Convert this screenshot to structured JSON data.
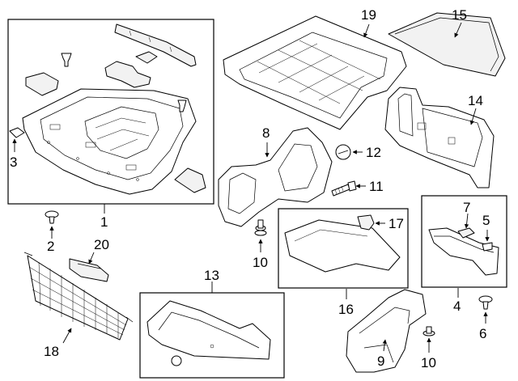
{
  "callouts": {
    "c1": "1",
    "c2": "2",
    "c3": "3",
    "c4": "4",
    "c5": "5",
    "c6": "6",
    "c7": "7",
    "c8": "8",
    "c9": "9",
    "c10a": "10",
    "c10b": "10",
    "c11": "11",
    "c12": "12",
    "c13": "13",
    "c14": "14",
    "c15": "15",
    "c16": "16",
    "c17": "17",
    "c18": "18",
    "c19": "19",
    "c20": "20"
  }
}
